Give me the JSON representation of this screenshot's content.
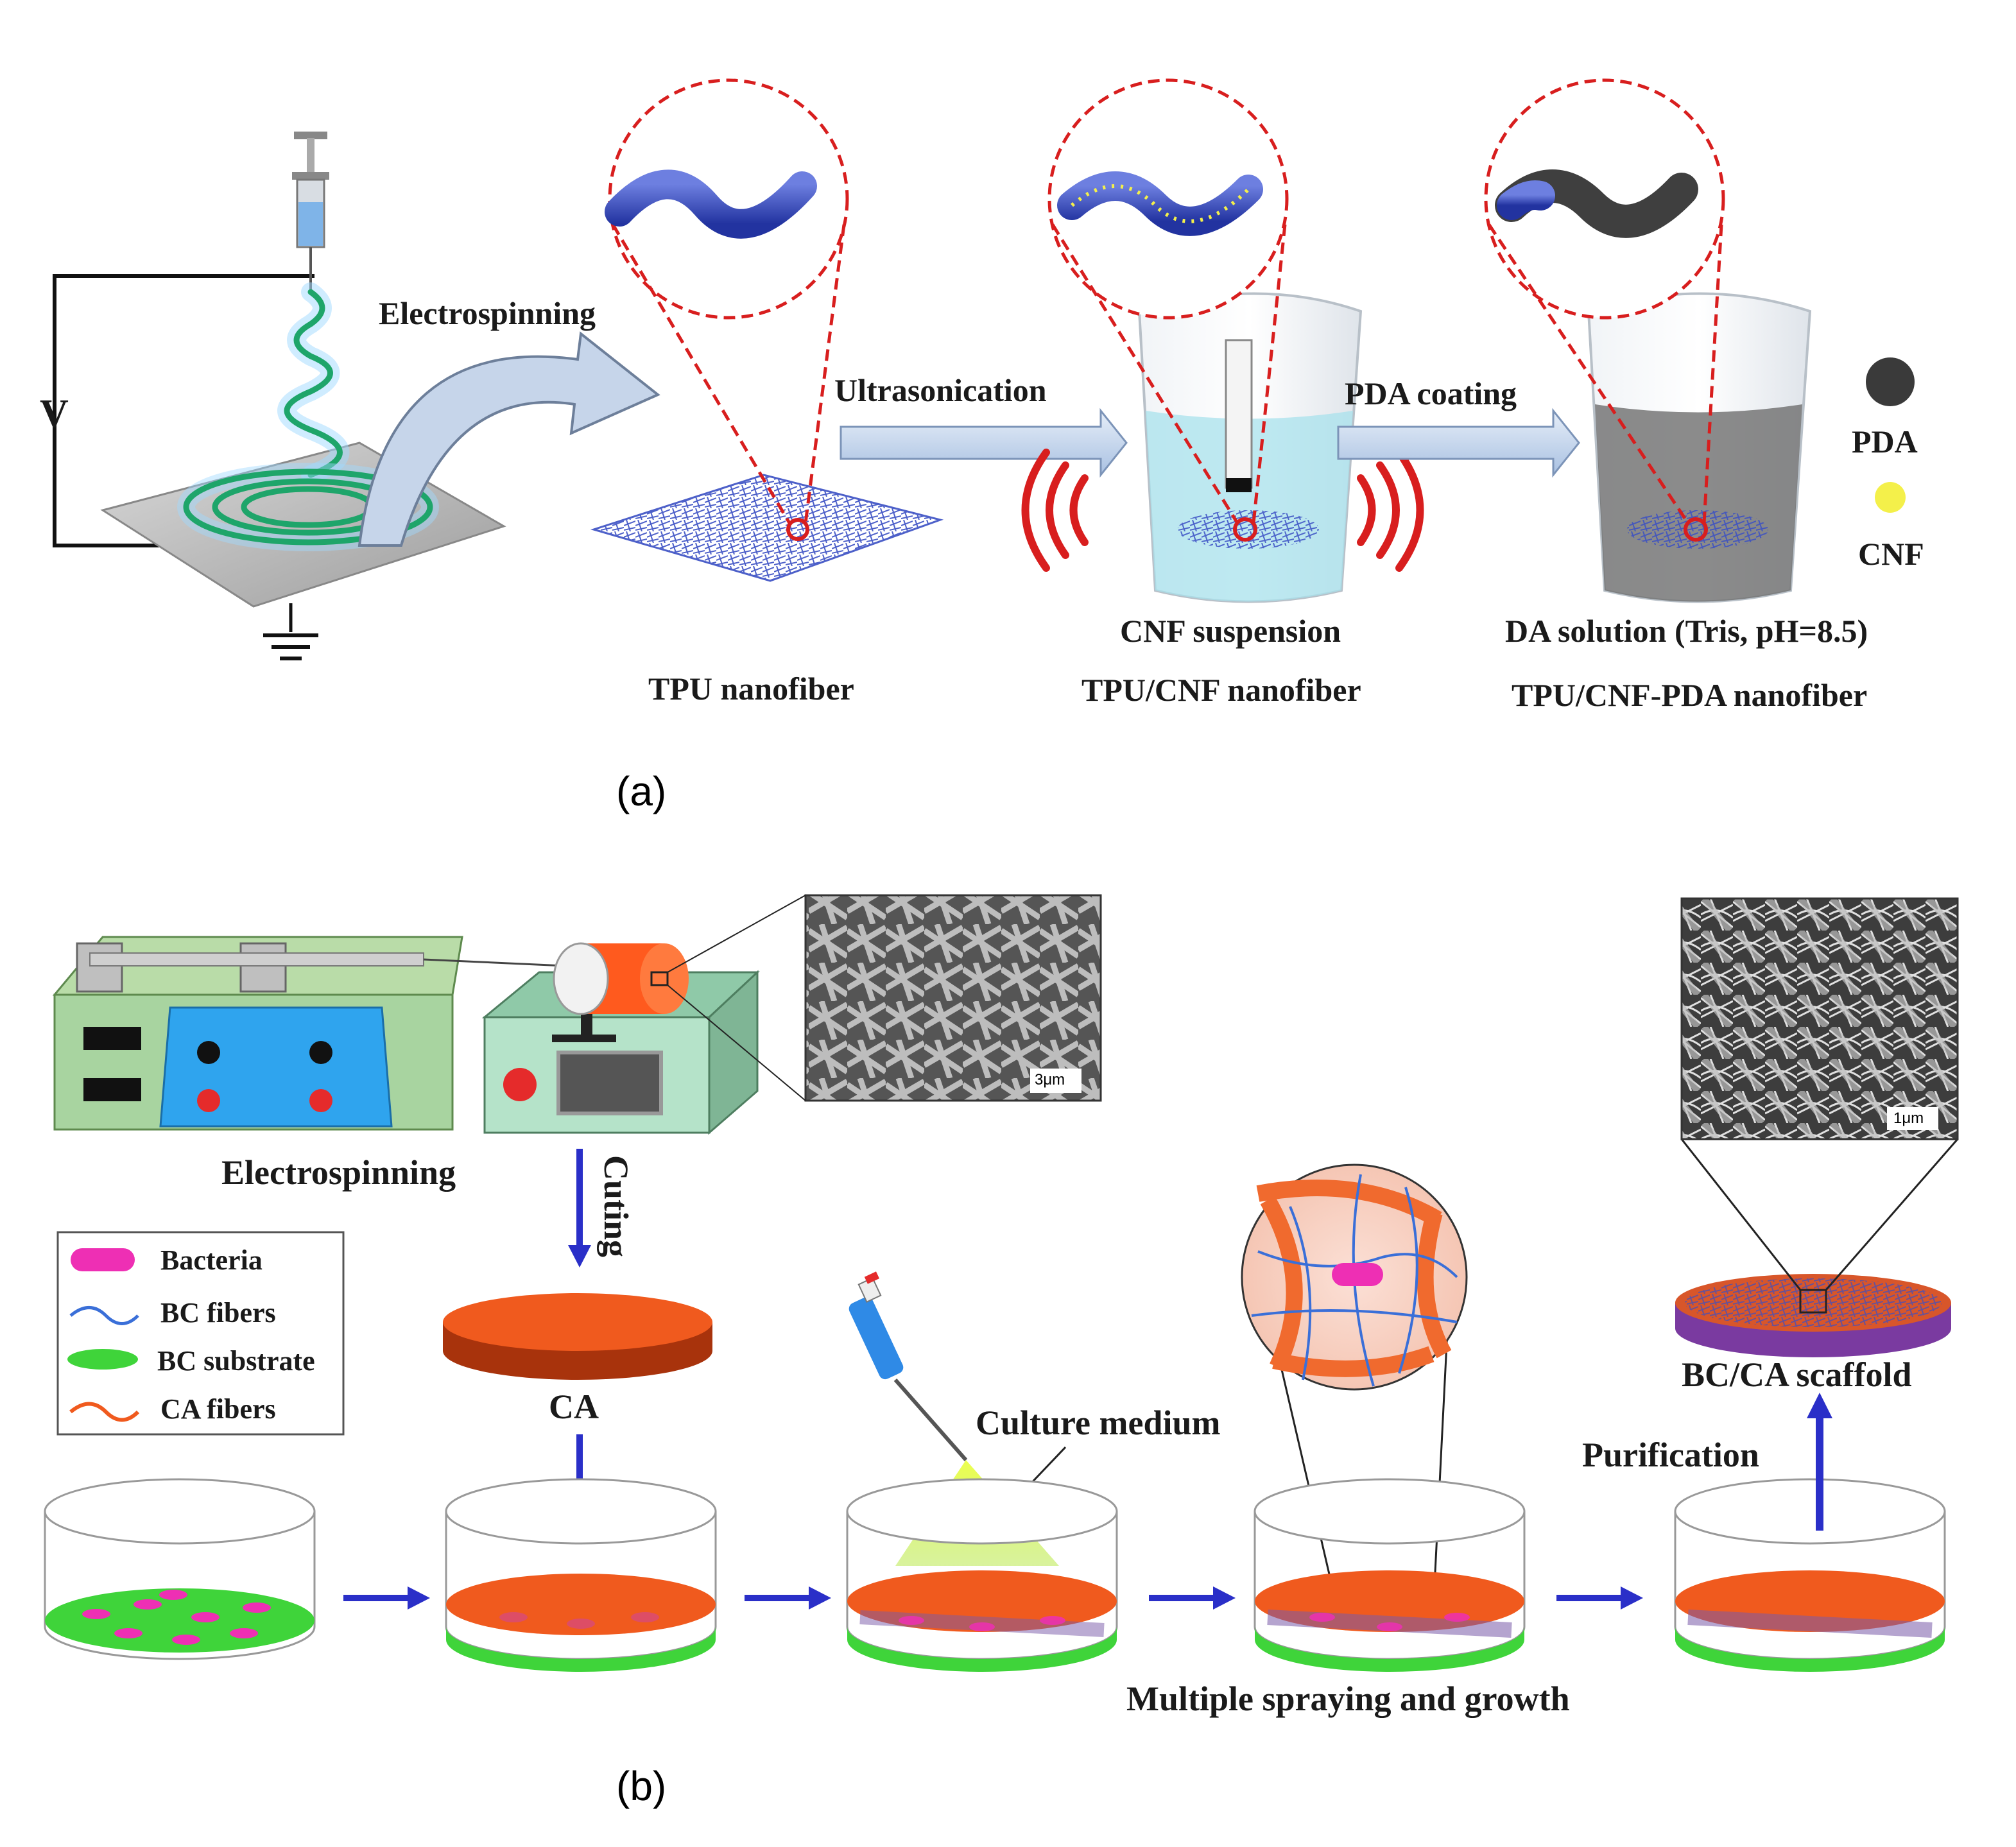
{
  "panel_a": {
    "caption": "(a)",
    "voltage_label": "V",
    "step_electrospinning": "Electrospinning",
    "step_ultrasonication": "Ultrasonication",
    "step_pda_coating": "PDA coating",
    "tpu_nanofiber": "TPU nanofiber",
    "cnf_suspension": "CNF suspension",
    "tpu_cnf_nanofiber": "TPU/CNF nanofiber",
    "da_solution": "DA solution (Tris, pH=8.5)",
    "tpu_cnf_pda_nanofiber": "TPU/CNF-PDA nanofiber",
    "legend_pda": "PDA",
    "legend_cnf": "CNF",
    "colors": {
      "pda": "#3a3a3a",
      "cnf": "#f4f04a",
      "tpu": "#3a4fc4",
      "arrow": "#c9d9ee",
      "highlight": "#d81e1e"
    }
  },
  "panel_b": {
    "caption": "(b)",
    "electrospinning": "Electrospinning",
    "cuting": "Cuting",
    "ca": "CA",
    "culture_medium": "Culture medium",
    "multiple_spraying": "Multiple spraying and growth",
    "purification": "Purification",
    "scaffold": "BC/CA scaffold",
    "sem_scale_1": "3μm",
    "sem_scale_2": "1μm",
    "legend": [
      {
        "label": "Bacteria",
        "icon": "bacteria-icon"
      },
      {
        "label": "BC fibers",
        "icon": "bc-fiber-icon"
      },
      {
        "label": "BC substrate",
        "icon": "bc-substrate-icon"
      },
      {
        "label": "CA fibers",
        "icon": "ca-fiber-icon"
      }
    ],
    "colors": {
      "bacteria": "#ee2fb4",
      "bc_fiber": "#3a6fd8",
      "bc_substrate": "#3fd43a",
      "ca": "#f05a1e",
      "flow_arrow": "#2a2fc8"
    }
  }
}
